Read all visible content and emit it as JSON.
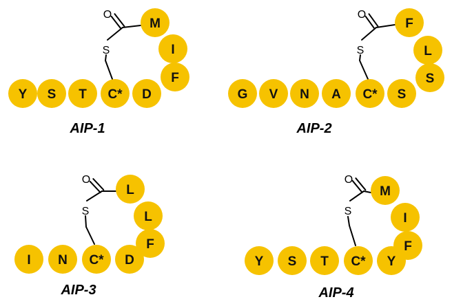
{
  "colors": {
    "residue_fill": "#F6C200",
    "bond": "#000000",
    "text": "#000000"
  },
  "atoms": {
    "oxygen": "O",
    "sulfur": "S"
  },
  "peptides": [
    {
      "name": "AIP-1",
      "linear": [
        "Y",
        "S",
        "T",
        "C*",
        "D"
      ],
      "ring": [
        "M",
        "I",
        "F"
      ]
    },
    {
      "name": "AIP-2",
      "linear": [
        "G",
        "V",
        "N",
        "A",
        "C*",
        "S"
      ],
      "ring": [
        "F",
        "L",
        "S"
      ]
    },
    {
      "name": "AIP-3",
      "linear": [
        "I",
        "N",
        "C*",
        "D"
      ],
      "ring": [
        "L",
        "L",
        "F"
      ]
    },
    {
      "name": "AIP-4",
      "linear": [
        "Y",
        "S",
        "T",
        "C*",
        "Y"
      ],
      "ring": [
        "M",
        "I",
        "F"
      ]
    }
  ]
}
